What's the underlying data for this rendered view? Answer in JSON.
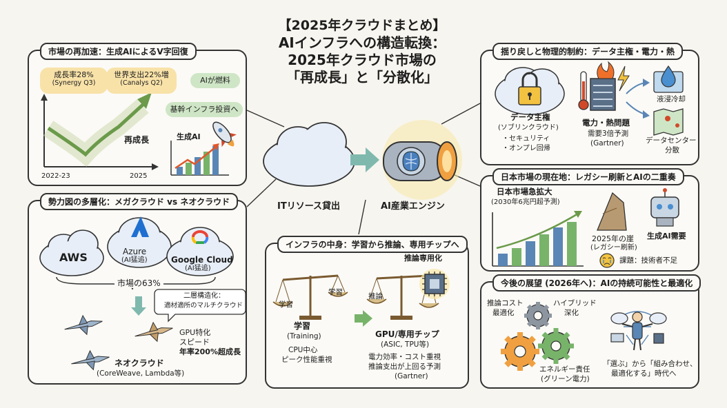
{
  "title": {
    "line1": "【2025年クラウドまとめ】",
    "line2": "AIインフラへの構造転換：",
    "line3": "2025年クラウド市場の",
    "line4": "「再成長」と「分散化」"
  },
  "p1": {
    "title": "市場の再加速：生成AIによるV字回復",
    "growth": "成長率28%",
    "growth_src": "(Synergy Q3)",
    "spend": "世界支出22%増",
    "spend_src": "(Canalys Q2)",
    "fuel": "AIが燃料",
    "invest": "基幹インフラ投資へ",
    "regrowth": "再成長",
    "genai": "生成AI",
    "x_start": "2022-23",
    "x_end": "2025"
  },
  "p2": {
    "title": "勢力図の多層化：メガクラウド vs ネオクラウド",
    "aws": "AWS",
    "azure": "Azure",
    "azure_sub": "(AI猛追)",
    "google": "Google Cloud",
    "google_sub": "(AI猛追)",
    "share": "市場の63%",
    "two_layer": "二層構造化：",
    "multi": "適材適所のマルチクラウド",
    "gpu1": "GPU特化",
    "gpu2": "スピード",
    "gpu3": "年率200%超成長",
    "neo": "ネオクラウド",
    "neo_sub": "(CoreWeave, Lambda等)"
  },
  "center": {
    "it": "ITリソース貸出",
    "engine": "AI産業エンジン"
  },
  "p3": {
    "title": "インフラの中身：学習から推論、専用チップへ",
    "inference_only": "推論専用化",
    "learn": "学習",
    "infer": "推論",
    "learn_label": "学習",
    "learn_sub": "(Training)",
    "cpu1": "CPU中心",
    "cpu2": "ピーク性能重視",
    "gpu": "GPU/専用チップ",
    "gpu_sub": "(ASIC, TPU等)",
    "eff1": "電力効率・コスト重視",
    "eff2": "推論支出が上回る予測",
    "eff3": "(Gartner)"
  },
  "p4": {
    "title": "揺り戻しと物理的制約：データ主権・電力・熱",
    "sov": "データ主権",
    "sov_sub": "(ソブリンクラウド)",
    "sec": "・セキュリティ",
    "onprem": "・オンプレ回帰",
    "power": "電力・熱問題",
    "demand": "需要3倍予測",
    "gartner": "(Gartner)",
    "liquid": "液浸冷却",
    "dc1": "データセンター",
    "dc2": "分散"
  },
  "p5": {
    "title": "日本市場の現在地：レガシー刷新とAIの二重奏",
    "expand": "日本市場急拡大",
    "expand_sub": "(2030年6兆円超予測)",
    "cliff": "2025年の崖",
    "cliff_sub": "(レガシー刷新)",
    "ai_demand": "生成AI需要",
    "issue": "課題：技術者不足"
  },
  "p6": {
    "title": "今後の展望 (2026年へ)：AIの持続可能性と最適化",
    "cost1": "推論コスト",
    "cost2": "最適化",
    "hybrid1": "ハイブリッド",
    "hybrid2": "深化",
    "energy1": "エネルギー責任",
    "energy2": "(グリーン電力)",
    "choose1": "「選ぶ」から「組み合わせ、",
    "choose2": "最適化する」時代へ"
  },
  "colors": {
    "cloud_fill": "#e7eef7",
    "azure_blue": "#1f6fd1",
    "bar_blue": "#5a86b5",
    "bar_green": "#78b36a",
    "orange": "#f0a040",
    "yellow_bubble": "#f8e2a8",
    "green_bubble": "#cfe6c6",
    "teal_arrow": "#7fb9ae"
  }
}
